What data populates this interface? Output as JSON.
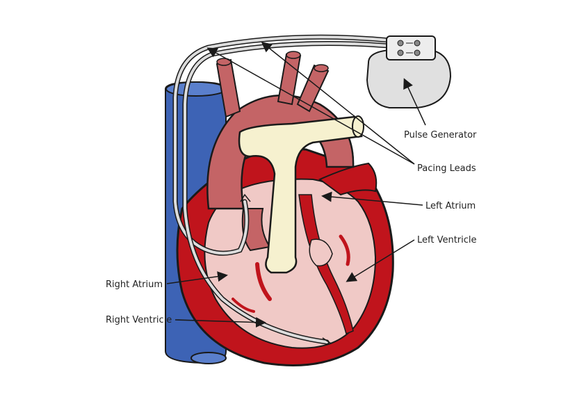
{
  "labels": {
    "pulse_generator": "Pulse Generator",
    "pacing_leads": "Pacing Leads",
    "left_atrium": "Left Atrium",
    "left_ventricle": "Left Ventricle",
    "right_atrium": "Right Atrium",
    "right_ventricle": "Right Ventricle"
  },
  "colors": {
    "heart_wall": "#c0141c",
    "heart_inner": "#f0c9c6",
    "aorta": "#c46466",
    "vessel_pale": "#f6f1cf",
    "vena_cava": "#3d63b5",
    "lead_wire": "#d8d8d8",
    "generator": "#e0e0e0",
    "outline": "#1a1a1a"
  }
}
